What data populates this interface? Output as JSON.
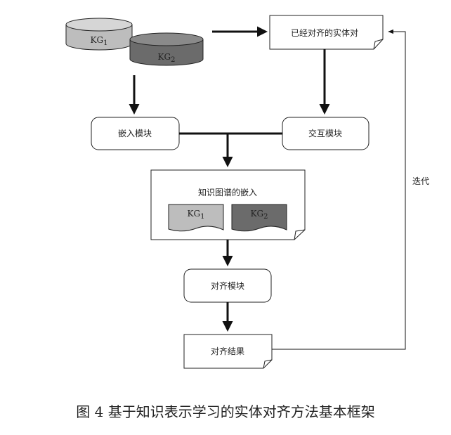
{
  "diagram": {
    "kg1_db": {
      "main": "KG",
      "sub": "1"
    },
    "kg2_db": {
      "main": "KG",
      "sub": "2"
    },
    "aligned_pairs": "已经对齐的实体对",
    "embedding_module": "嵌入模块",
    "interaction_module": "交互模块",
    "kg_embedding": "知识图谱的嵌入",
    "kg1_doc": {
      "main": "KG",
      "sub": "1"
    },
    "kg2_doc": {
      "main": "KG",
      "sub": "2"
    },
    "alignment_module": "对齐模块",
    "alignment_result": "对齐结果",
    "iteration": "迭代"
  },
  "caption": "图 4 基于知识表示学习的实体对齐方法基本框架",
  "colors": {
    "kg1": "#bdbdbd",
    "kg1_top": "#d6d6d6",
    "kg2": "#6b6b6b",
    "kg2_top": "#8a8a8a",
    "line": "#111111"
  }
}
